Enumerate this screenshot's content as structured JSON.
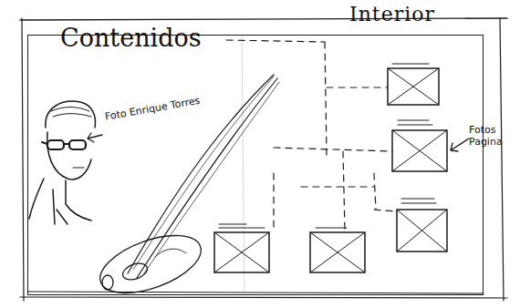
{
  "diagram": {
    "nodes": [
      {
        "text": [
          "Interior"
        ]
      }
    ],
    "labels": [
      "Contenidos",
      "Foto Enrique Torres",
      "Fotos Pagina"
    ]
  }
}
